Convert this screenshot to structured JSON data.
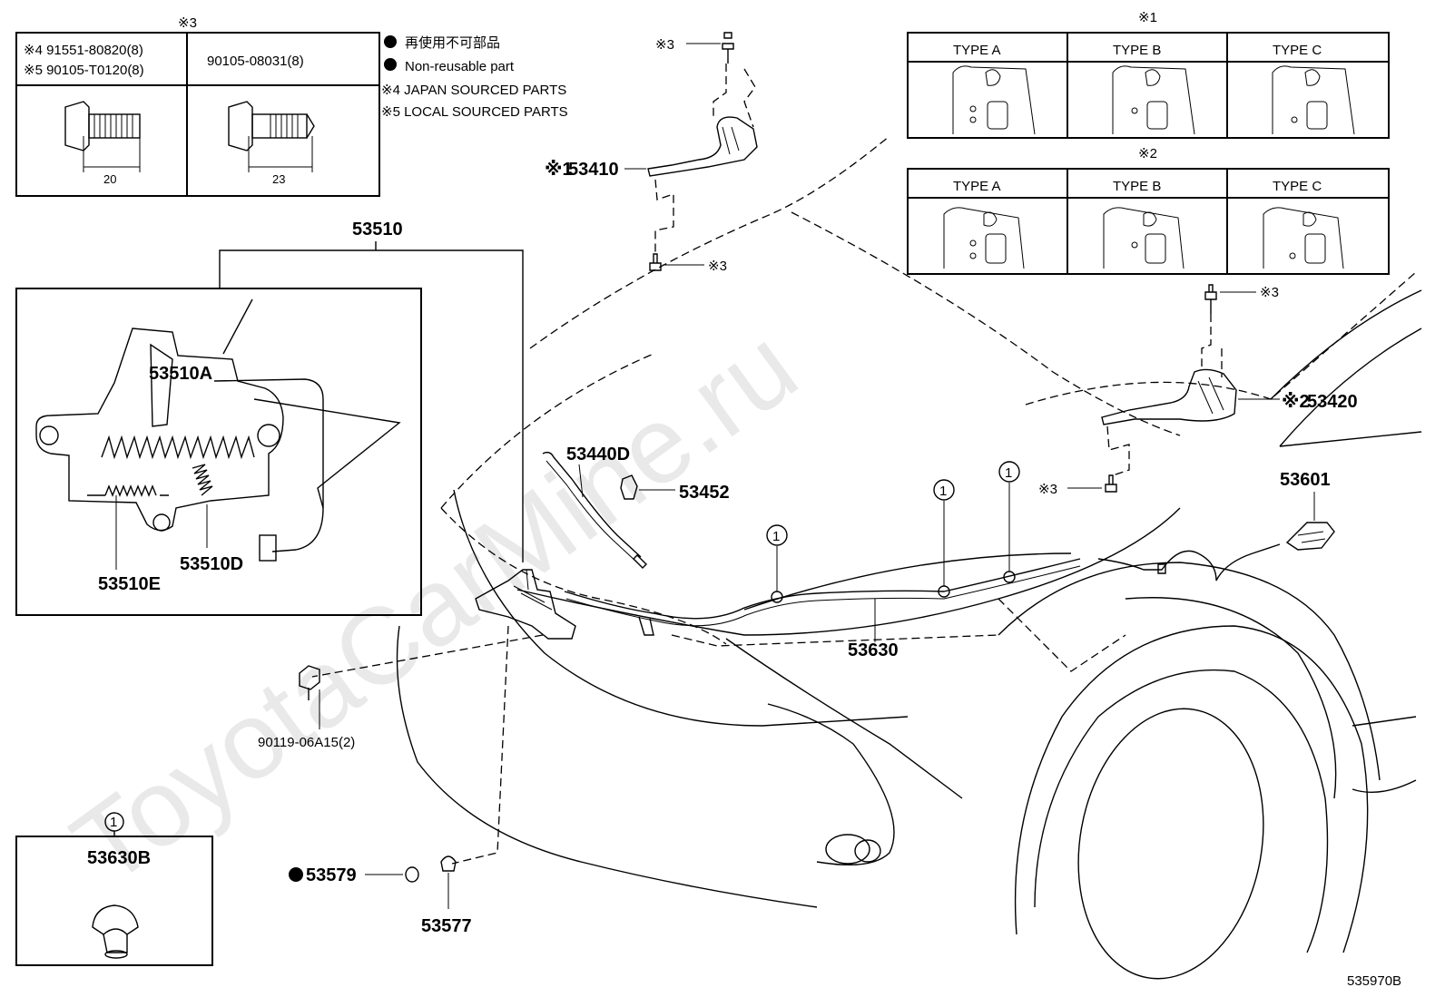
{
  "watermark": "ToyotaCarMine.ru",
  "diagram_id": "535970B",
  "legend": {
    "item1": "再使用不可部品",
    "item2": "Non-reusable part",
    "item3": "※4 JAPAN SOURCED PARTS",
    "item4": "※5 LOCAL SOURCED PARTS"
  },
  "bolt_table": {
    "note": "※3",
    "col1_line1": "※4 91551-80820(8)",
    "col1_line2": "※5 90105-T0120(8)",
    "col2": "90105-08031(8)",
    "dim1": "20",
    "dim2": "23"
  },
  "type_table_1": {
    "note": "※1",
    "headers": [
      "TYPE A",
      "TYPE B",
      "TYPE C"
    ]
  },
  "type_table_2": {
    "note": "※2",
    "headers": [
      "TYPE A",
      "TYPE B",
      "TYPE C"
    ]
  },
  "latch_box": {
    "title": "53510",
    "parts": [
      "53510A",
      "53510E",
      "53510D"
    ]
  },
  "clip_box": {
    "ref": "1",
    "part": "53630B"
  },
  "parts": {
    "p53410": "53410",
    "p53410_note": "※1",
    "p53420": "53420",
    "p53420_note": "※2",
    "p53440D": "53440D",
    "p53452": "53452",
    "p53601": "53601",
    "p53630": "53630",
    "p90119": "90119-06A15(2)",
    "p53579": "53579",
    "p53577": "53577",
    "note3": "※3",
    "ref1": "1"
  }
}
